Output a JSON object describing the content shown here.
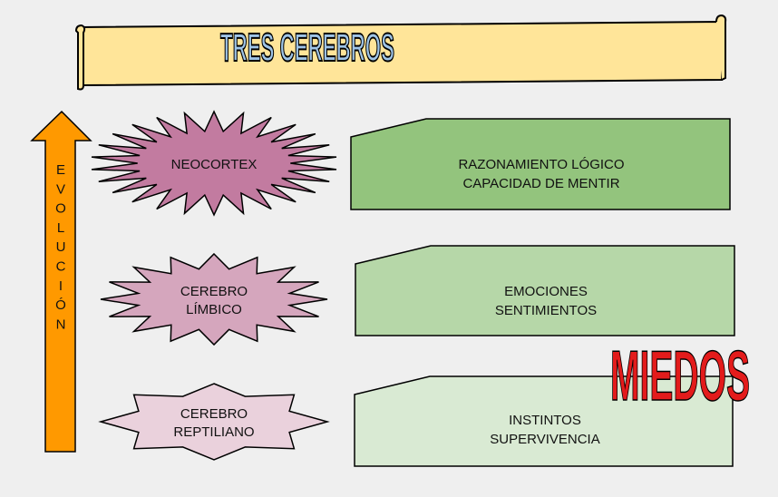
{
  "title": "TRES CEREBROS",
  "arrow_label": [
    "E",
    "V",
    "O",
    "L",
    "U",
    "C",
    "I",
    "Ó",
    "N"
  ],
  "brains": [
    {
      "name_lines": [
        "NEOCORTEX"
      ],
      "color": "#c27ba0",
      "functions": [
        "RAZONAMIENTO LÓGICO",
        "CAPACIDAD DE MENTIR"
      ],
      "box_color": "#93c47d"
    },
    {
      "name_lines": [
        "CEREBRO",
        "LÍMBICO"
      ],
      "color": "#d5a6bd",
      "functions": [
        "EMOCIONES",
        "SENTIMIENTOS"
      ],
      "box_color": "#b6d7a8"
    },
    {
      "name_lines": [
        "CEREBRO",
        "REPTILIANO"
      ],
      "color": "#ead1dc",
      "functions": [
        "INSTINTOS",
        "SUPERVIVENCIA"
      ],
      "box_color": "#d9ead3"
    }
  ],
  "overlay_text": "MIEDOS",
  "colors": {
    "banner": "#ffe599",
    "title": "#9fc5e8",
    "arrow": "#ff9900",
    "overlay": "#e31b1b"
  }
}
